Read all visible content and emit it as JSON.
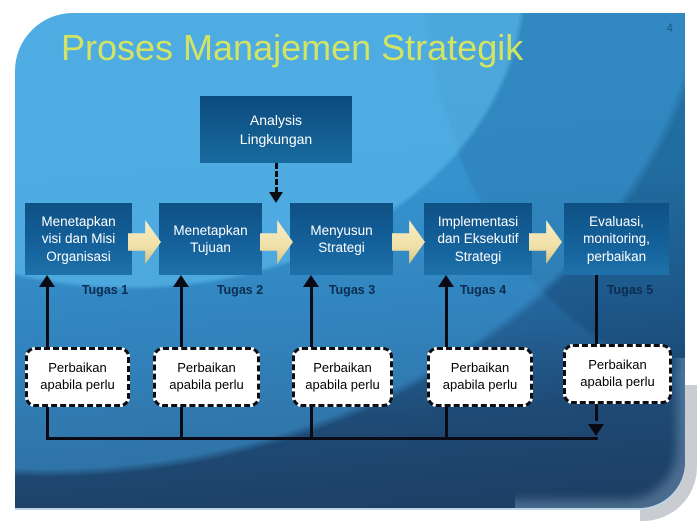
{
  "slide": {
    "title": "Proses Manajemen Strategik",
    "page_number": "4"
  },
  "diagram": {
    "environment_box": {
      "label": "Analysis\nLingkungan"
    },
    "process_steps": [
      {
        "label": "Menetapkan\nvisi dan Misi\nOrganisasi",
        "task": "Tugas 1",
        "feedback": "Perbaikan\napabila perlu"
      },
      {
        "label": "Menetapkan\nTujuan",
        "task": "Tugas 2",
        "feedback": "Perbaikan\napabila perlu"
      },
      {
        "label": "Menyusun\nStrategi",
        "task": "Tugas 3",
        "feedback": "Perbaikan\napabila perlu"
      },
      {
        "label": "Implementasi\ndan Eksekutif\nStrategi",
        "task": "Tugas 4",
        "feedback": "Perbaikan\napabila perlu"
      },
      {
        "label": "Evaluasi,\nmonitoring,\nperbaikan",
        "task": "Tugas 5",
        "feedback": "Perbaikan\napabila perlu"
      }
    ]
  },
  "colors": {
    "title_text": "#d3e464",
    "panel_top_blue": "#46a7de",
    "panel_bottom_navy": "#1d3d62",
    "process_box_fill_top": "#0e5184",
    "process_box_fill_bottom": "#1e71a9",
    "environment_box_fill": "#0c4a7c",
    "flow_arrow_cream": "#f0e0a8",
    "connector_black": "#0a0a14",
    "task_label_navy": "#0c2c50",
    "feedback_box_fill": "#ffffff",
    "page_number_blue": "#1a5c8c"
  }
}
